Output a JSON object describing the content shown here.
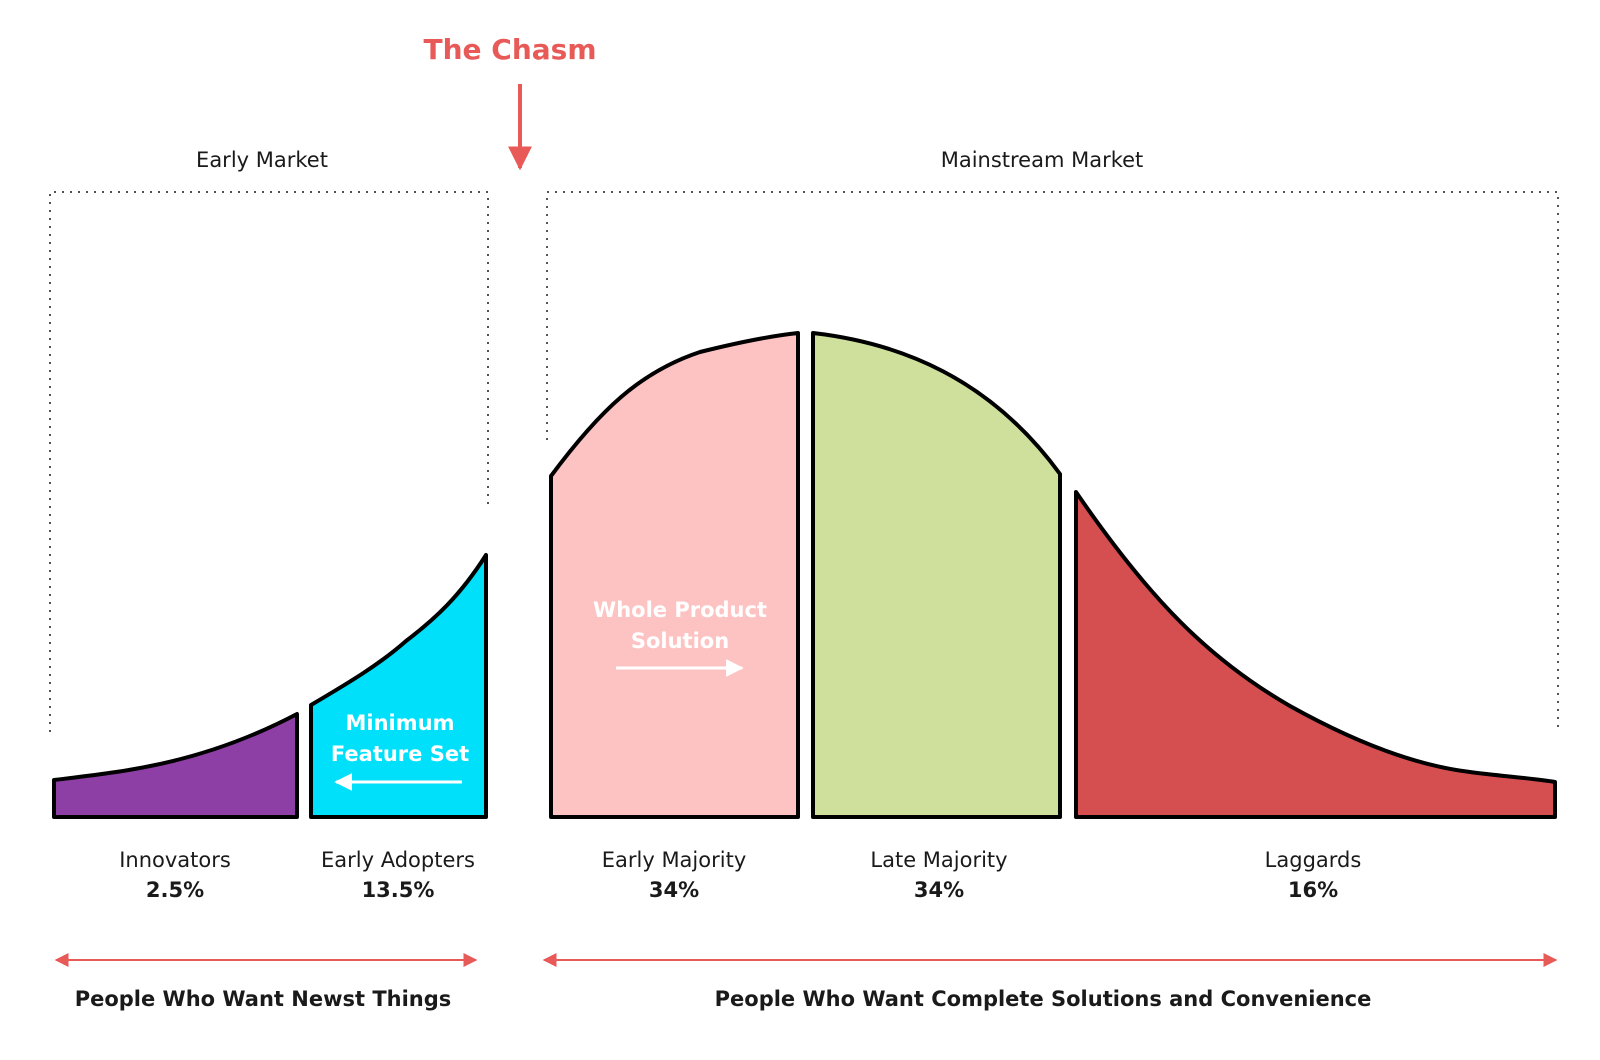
{
  "chasm": {
    "title": "The Chasm",
    "color": "#e85a58"
  },
  "markets": {
    "early": "Early Market",
    "mainstream": "Mainstream Market"
  },
  "segments": [
    {
      "name": "Innovators",
      "percent": "2.5%",
      "color": "#8e3fa6"
    },
    {
      "name": "Early Adopters",
      "percent": "13.5%",
      "color": "#00e0fa"
    },
    {
      "name": "Early Majority",
      "percent": "34%",
      "color": "#fdc3c3"
    },
    {
      "name": "Late Majority",
      "percent": "34%",
      "color": "#cfe09c"
    },
    {
      "name": "Laggards",
      "percent": "16%",
      "color": "#d64f50"
    }
  ],
  "annotations": {
    "minimum_feature_set": [
      "Minimum",
      "Feature Set"
    ],
    "whole_product_solution": [
      "Whole Product",
      "Solution"
    ]
  },
  "captions": {
    "early": "People Who Want Newst Things",
    "mainstream": "People Who Want Complete Solutions and Convenience"
  },
  "colors": {
    "arrow": "#e85a58",
    "outline": "#000000"
  }
}
